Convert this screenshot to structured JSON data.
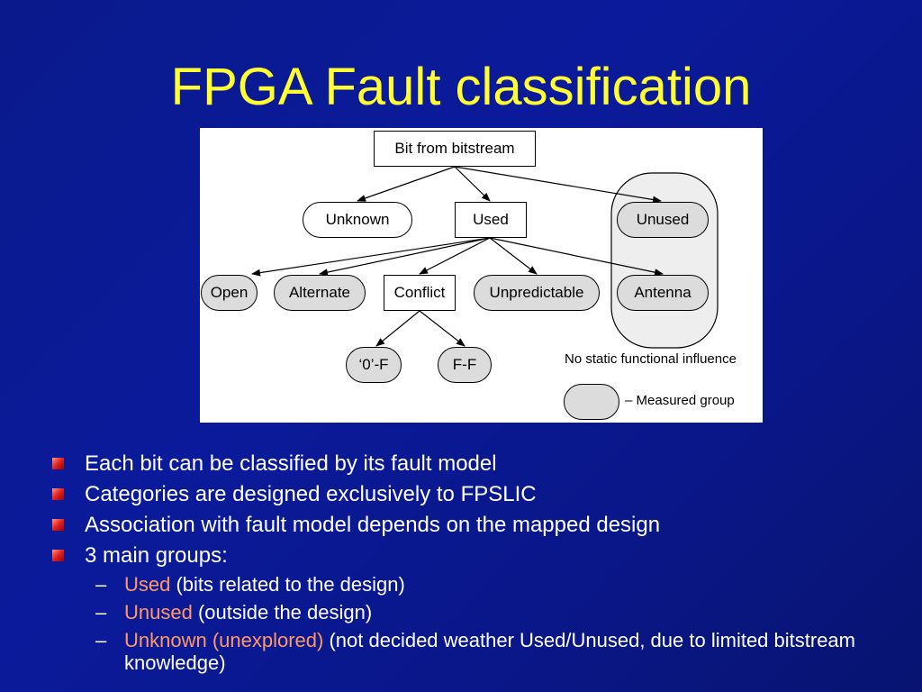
{
  "title": "FPGA Fault classification",
  "diagram": {
    "root": "Bit from bitstream",
    "level1": {
      "unknown": "Unknown",
      "used": "Used",
      "unused": "Unused"
    },
    "level2": {
      "open": "Open",
      "alternate": "Alternate",
      "conflict": "Conflict",
      "unpredictable": "Unpredictable",
      "antenna": "Antenna"
    },
    "level3": {
      "zero_f": "‘0’-F",
      "f_f": "F-F"
    },
    "group_caption": "No static functional influence",
    "legend_caption": "– Measured group"
  },
  "bullets": [
    "Each bit can be classified by its fault model",
    "Categories are designed exclusively to FPSLIC",
    "Association with fault model depends on the mapped design",
    "3 main groups:"
  ],
  "sub_bullets": [
    {
      "dash": "–",
      "highlight": "Used",
      "rest": " (bits related to the design)"
    },
    {
      "dash": "–",
      "highlight": "Unused",
      "rest": " (outside the design)"
    },
    {
      "dash": "–",
      "highlight": "Unknown (unexplored)",
      "rest": " (not decided weather Used/Unused, due to limited bitstream knowledge)"
    }
  ],
  "colors": {
    "background": "#0a1a8c",
    "title": "#ffff33",
    "highlight": "#ff9966",
    "bullet": "#e02020",
    "measured_fill": "#dcdcdc"
  }
}
